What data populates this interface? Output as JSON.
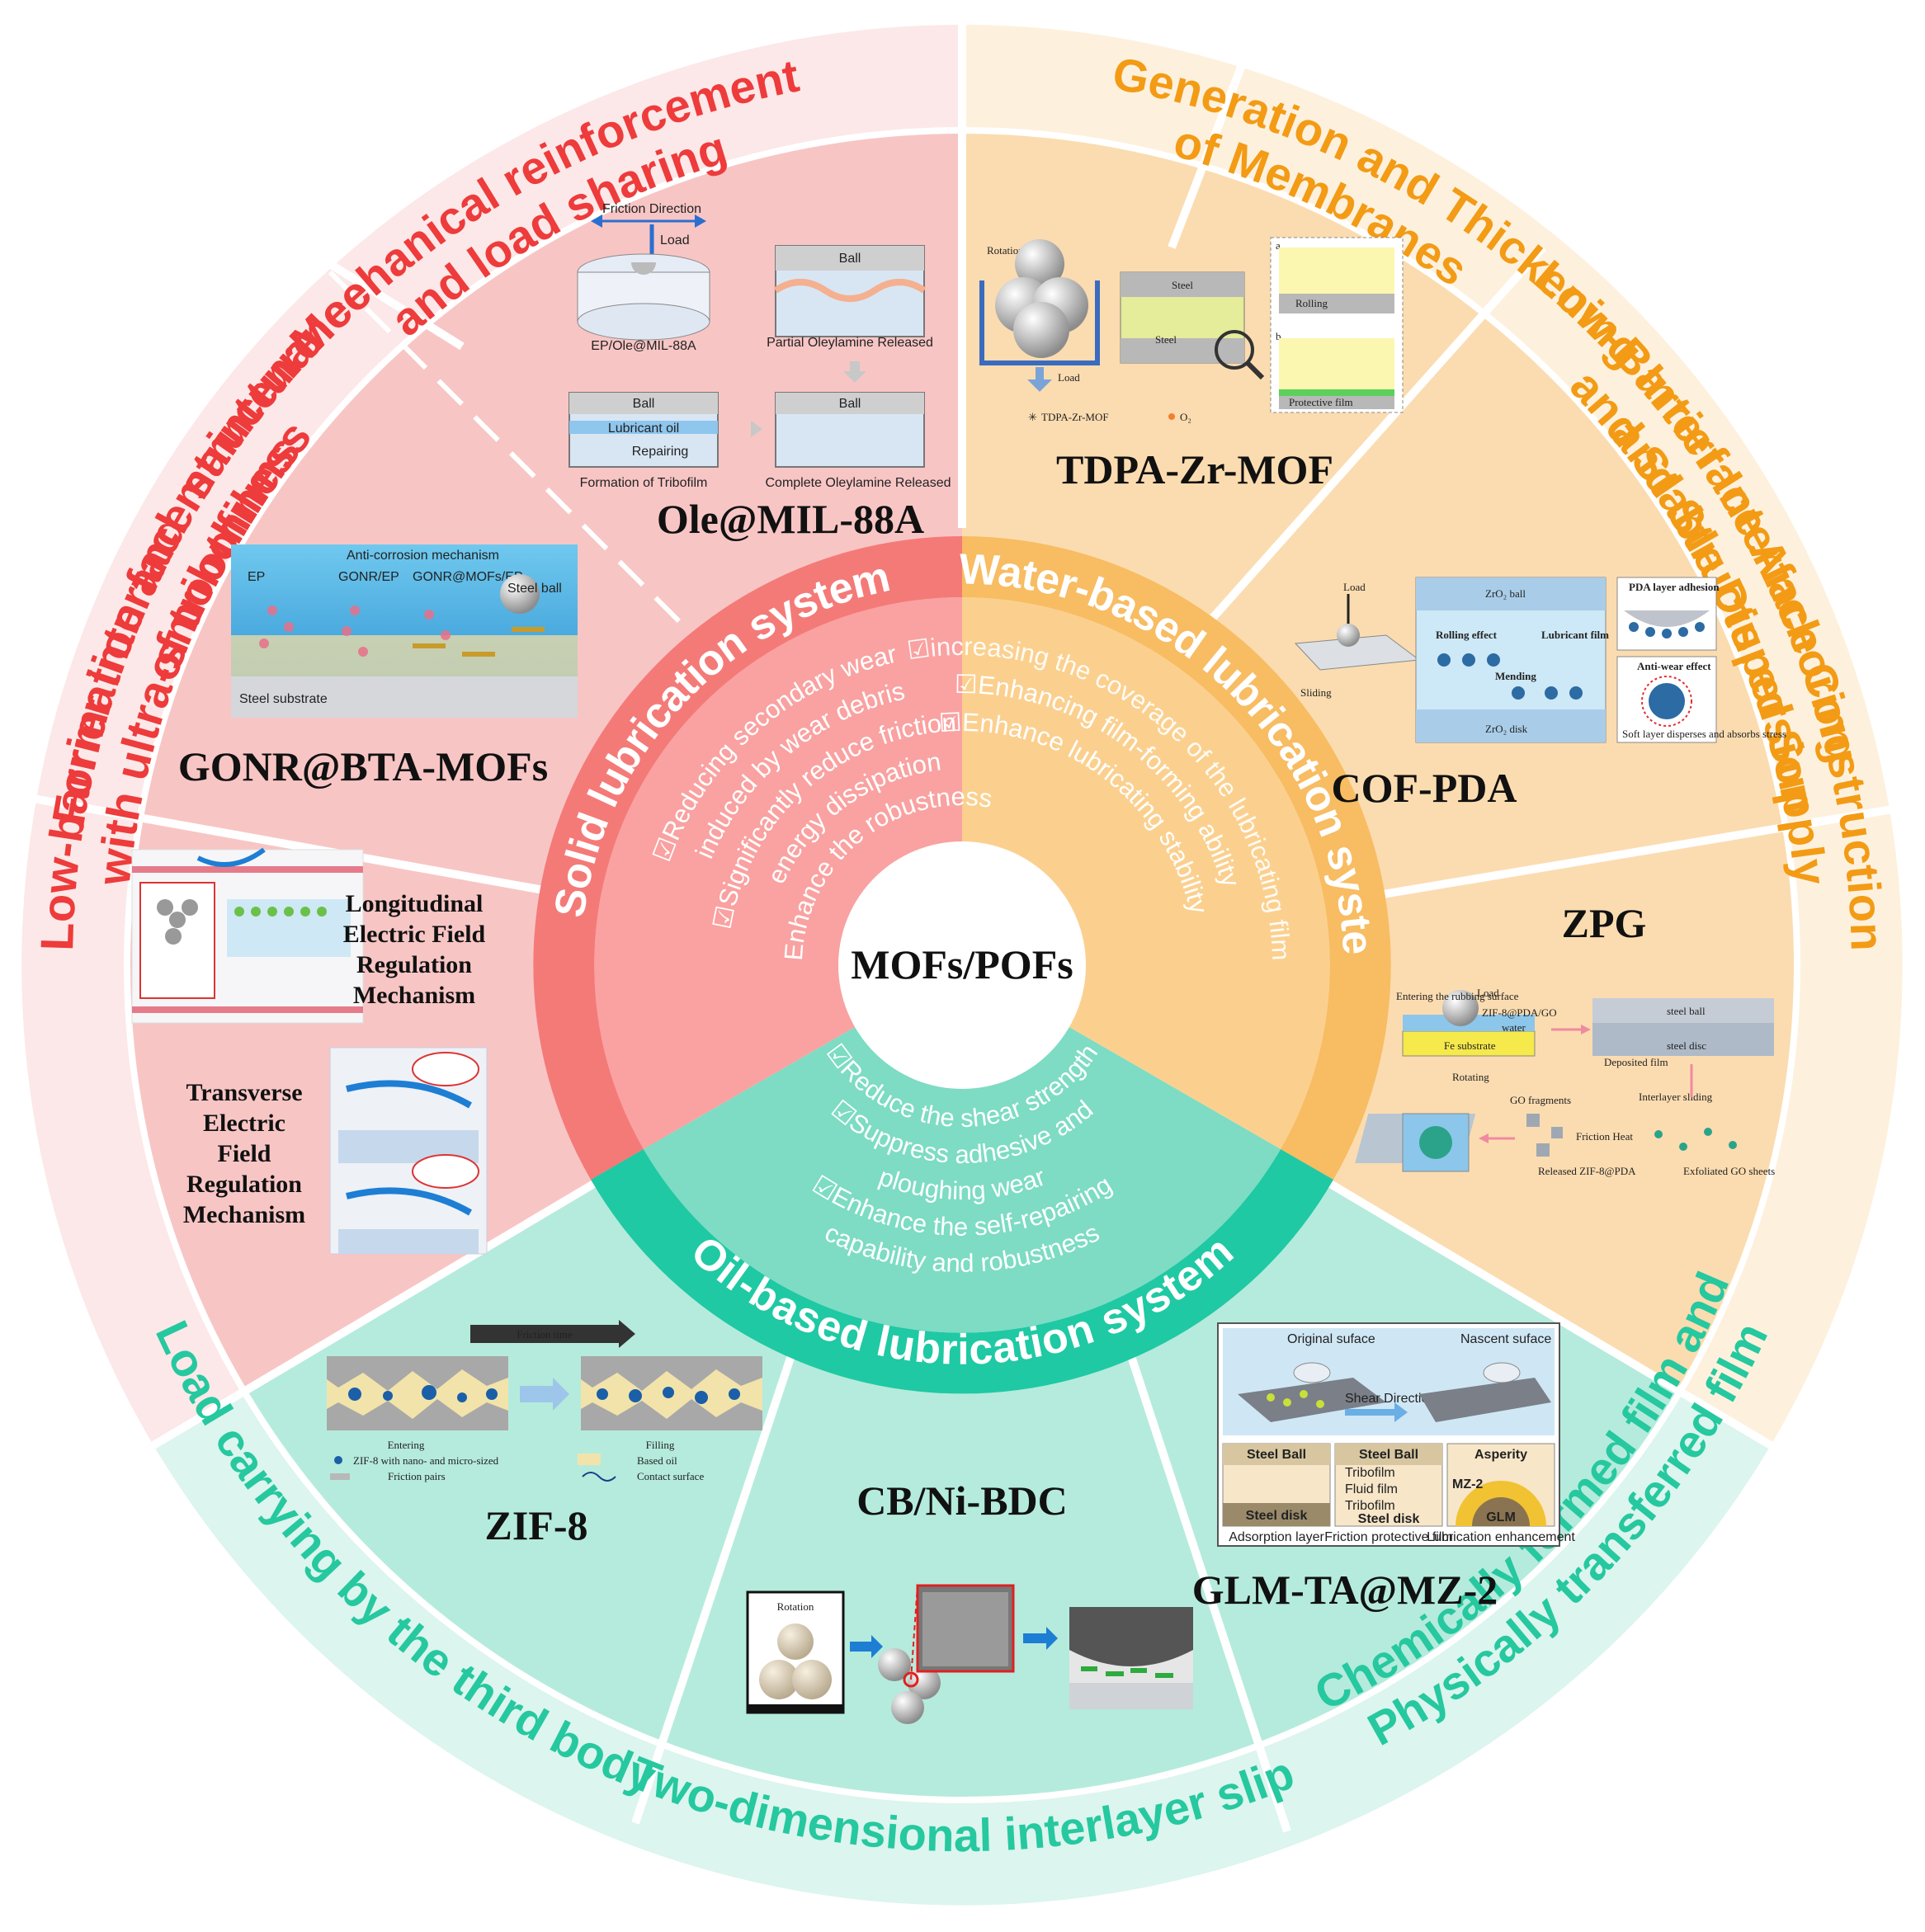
{
  "center": {
    "label": "MOFs/POFs"
  },
  "systems": [
    {
      "name": "Solid lubrication system",
      "color": "#f47a78",
      "bullets": [
        "☑Reducing secondary wear",
        "induced by wear debris",
        "☑Significantly reduce friction",
        "energy dissipation",
        "☑Enhance the robustness"
      ]
    },
    {
      "name": "Water-based lubrication system",
      "color": "#f8bc62",
      "bullets": [
        "☑increasing the coverage of the lubricating film",
        "☑Enhancing film-forming ability",
        "☑Enhance lubricating stability"
      ]
    },
    {
      "name": "Oil-based lubrication system",
      "color": "#1fc9a3",
      "bullets": [
        "☑Reduce the shear strength",
        "☑Suppress adhesive and",
        "ploughing wear",
        "☑Enhance the self-repairing",
        "capability and robustness"
      ]
    }
  ],
  "outer_labels": {
    "mechanical": [
      "Mechanical reinforcement",
      "and load sharing"
    ],
    "tribofilms": [
      "Formation and maintenance",
      "of tribofilms"
    ],
    "low_barrier": [
      "Low-barrier interface structure",
      "with ultra-smoothness"
    ],
    "generation": [
      "Generation and Thickening",
      "of Membranes"
    ],
    "anchoring": [
      "Interface Anchoring",
      "and Stable Dispersion"
    ],
    "construction": [
      "Low-Barrier Interface Construction",
      "and Structured Supply"
    ],
    "load_carrying": "Load carrying by the third body",
    "interlayer": "Two-dimensional interlayer slip",
    "chemical": [
      "Chemically formed film and",
      "Physically transferred film"
    ]
  },
  "materials": {
    "ole": "Ole@MIL-88A",
    "gonr": "GONR@BTA-MOFs",
    "tdpa": "TDPA-Zr-MOF",
    "cof": "COF-PDA",
    "zpg": "ZPG",
    "zif": "ZIF-8",
    "cb": "CB/Ni-BDC",
    "glm": "GLM-TA@MZ-2"
  },
  "mechanisms": {
    "longitudinal": [
      "Longitudinal",
      "Electric Field",
      "Regulation",
      "Mechanism"
    ],
    "transverse": [
      "Transverse",
      "Electric",
      "Field",
      "Regulation",
      "Mechanism"
    ]
  },
  "figure_labels": {
    "ole": {
      "friction_direction": "Friction Direction",
      "load": "Load",
      "ball": "Ball",
      "sample": "EP/Ole@MIL-88A",
      "partial": "Partial Oleylamine Released",
      "complete": "Complete Oleylamine Released",
      "lubricant_oil": "Lubricant oil",
      "repairing": "Repairing",
      "formation": "Formation of Tribofilm"
    },
    "gonr": {
      "title": "Anti-corrosion mechanism",
      "ep": "EP",
      "gonr_ep": "GONR/EP",
      "gonr_mofs": "GONR@MOFs/EP",
      "steel_ball": "Steel ball",
      "substrate": "Steel substrate"
    },
    "tdpa": {
      "rotation": "Rotation",
      "load": "Load",
      "steel": "Steel",
      "rolling": "Rolling",
      "protective": "Protective film",
      "mof": "TDPA-Zr-MOF",
      "o2": "O₂",
      "a": "a",
      "b": "b"
    },
    "cof": {
      "load": "Load",
      "sliding": "Sliding",
      "zro2_ball": "ZrO₂ ball",
      "zro2_disk": "ZrO₂ disk",
      "rolling": "Rolling effect",
      "lubricant_film": "Lubricant film",
      "mending": "Mending",
      "pda_adhesion": "PDA layer adhesion",
      "anti_wear": "Anti-wear effect",
      "soft_layer": "Soft layer disperses and absorbs stress"
    },
    "zpg": {
      "load": "Load",
      "entering": "Entering the rubbing surface",
      "zif_pda": "ZIF-8@PDA/GO",
      "water": "water",
      "fe": "Fe substrate",
      "rotating": "Rotating",
      "steel_ball": "steel ball",
      "steel_disc": "steel disc",
      "deposited": "Deposited film",
      "gof": "GO fragments",
      "friction_heat": "Friction Heat",
      "released": "Released ZIF-8@PDA",
      "exfoliated": "Exfoliated GO sheets",
      "interlayer": "Interlayer sliding"
    },
    "zif": {
      "friction_time": "Friction time",
      "entering": "Entering",
      "filling": "Filling",
      "legend_zif": "ZIF-8 with nano- and micro-sized",
      "legend_oil": "Based oil",
      "legend_pairs": "Friction pairs",
      "legend_contact": "Contact surface"
    },
    "cb": {
      "rotation": "Rotation"
    },
    "glm": {
      "original": "Original suface",
      "nascent": "Nascent suface",
      "shear": "Shear Direction",
      "steel_ball": "Steel Ball",
      "steel_disk": "Steel disk",
      "tribofilm": "Tribofilm",
      "fluid": "Fluid film",
      "asperity": "Asperity",
      "mz2": "MZ-2",
      "glm": "GLM",
      "adsorption": "Adsorption layer",
      "friction_protective": "Friction protective film",
      "lubrication_enh": "Lubrication enhancement"
    }
  },
  "colors": {
    "red_outer": "#fce8e8",
    "red_mid": "#f8c5c5",
    "red_ring": "#f47a78",
    "red_label": "#ee3b3b",
    "orange_outer": "#fdf1de",
    "orange_mid": "#fbdcb0",
    "orange_ring": "#f8bc62",
    "orange_label": "#f39b15",
    "green_outer": "#dcf5ee",
    "green_mid": "#b5ebdc",
    "green_ring": "#1fc9a3",
    "green_label": "#26c89f"
  }
}
